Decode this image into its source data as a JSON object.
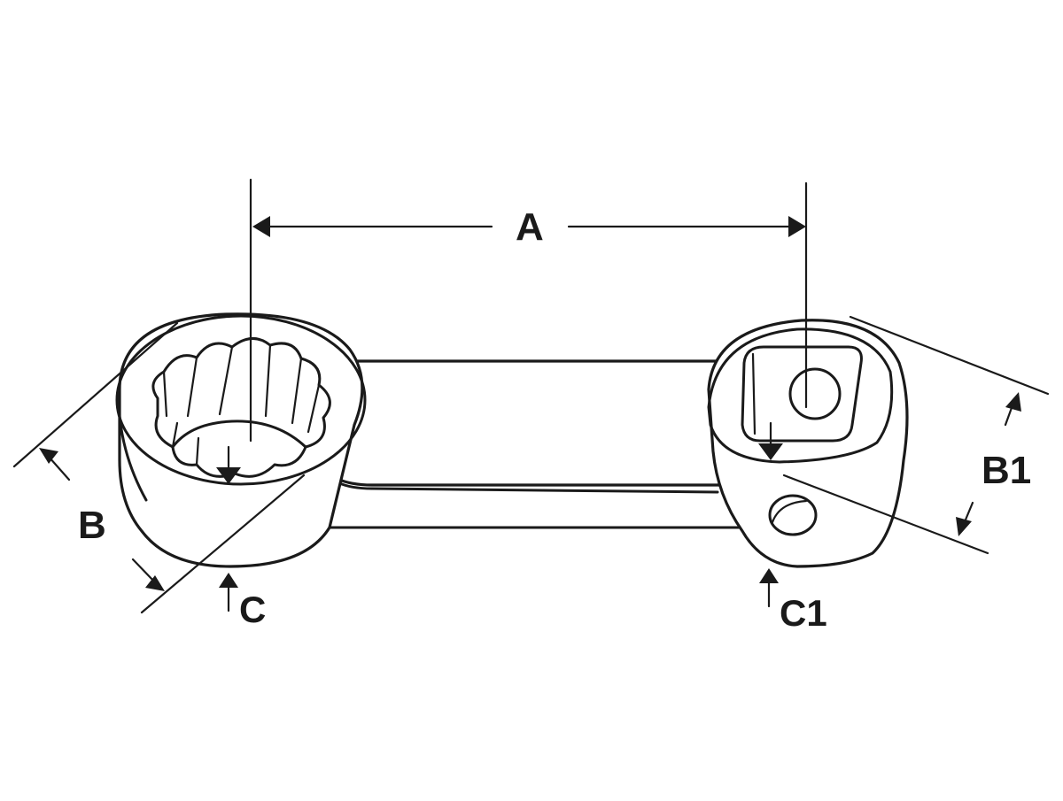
{
  "labels": {
    "a": "A",
    "b": "B",
    "b1": "B1",
    "c": "C",
    "c1": "C1"
  },
  "colors": {
    "line": "#1a1a1a",
    "background": "#ffffff"
  }
}
